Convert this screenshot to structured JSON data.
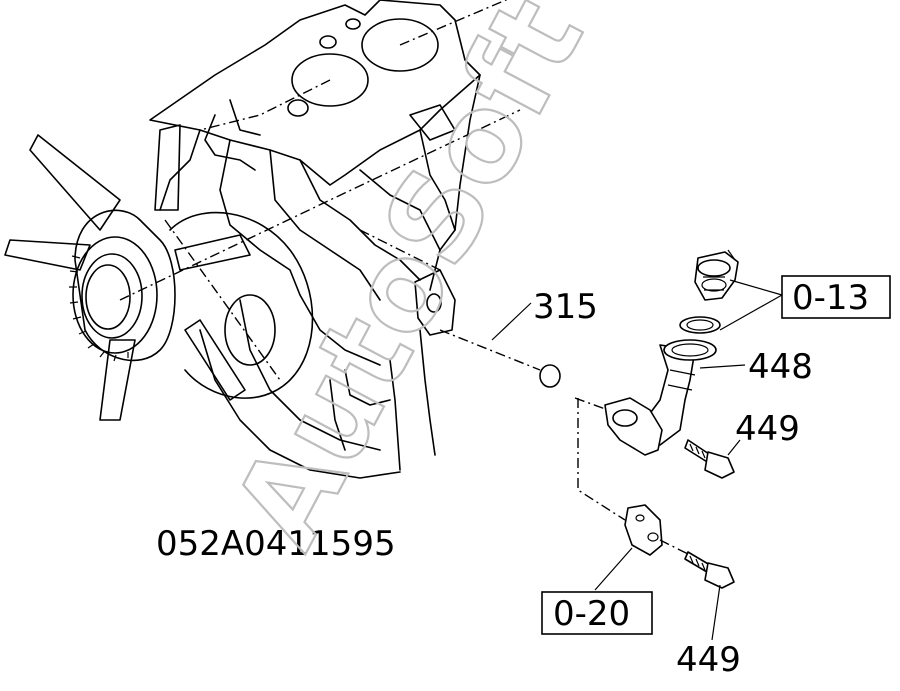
{
  "diagram_code": "052A0411595",
  "watermark": "AutoSoft",
  "labels": {
    "ring_seal": "315",
    "pipe": "448",
    "bolt_upper": "449",
    "bolt_lower": "449",
    "ref_upper": "0-13",
    "ref_lower": "0-20"
  }
}
